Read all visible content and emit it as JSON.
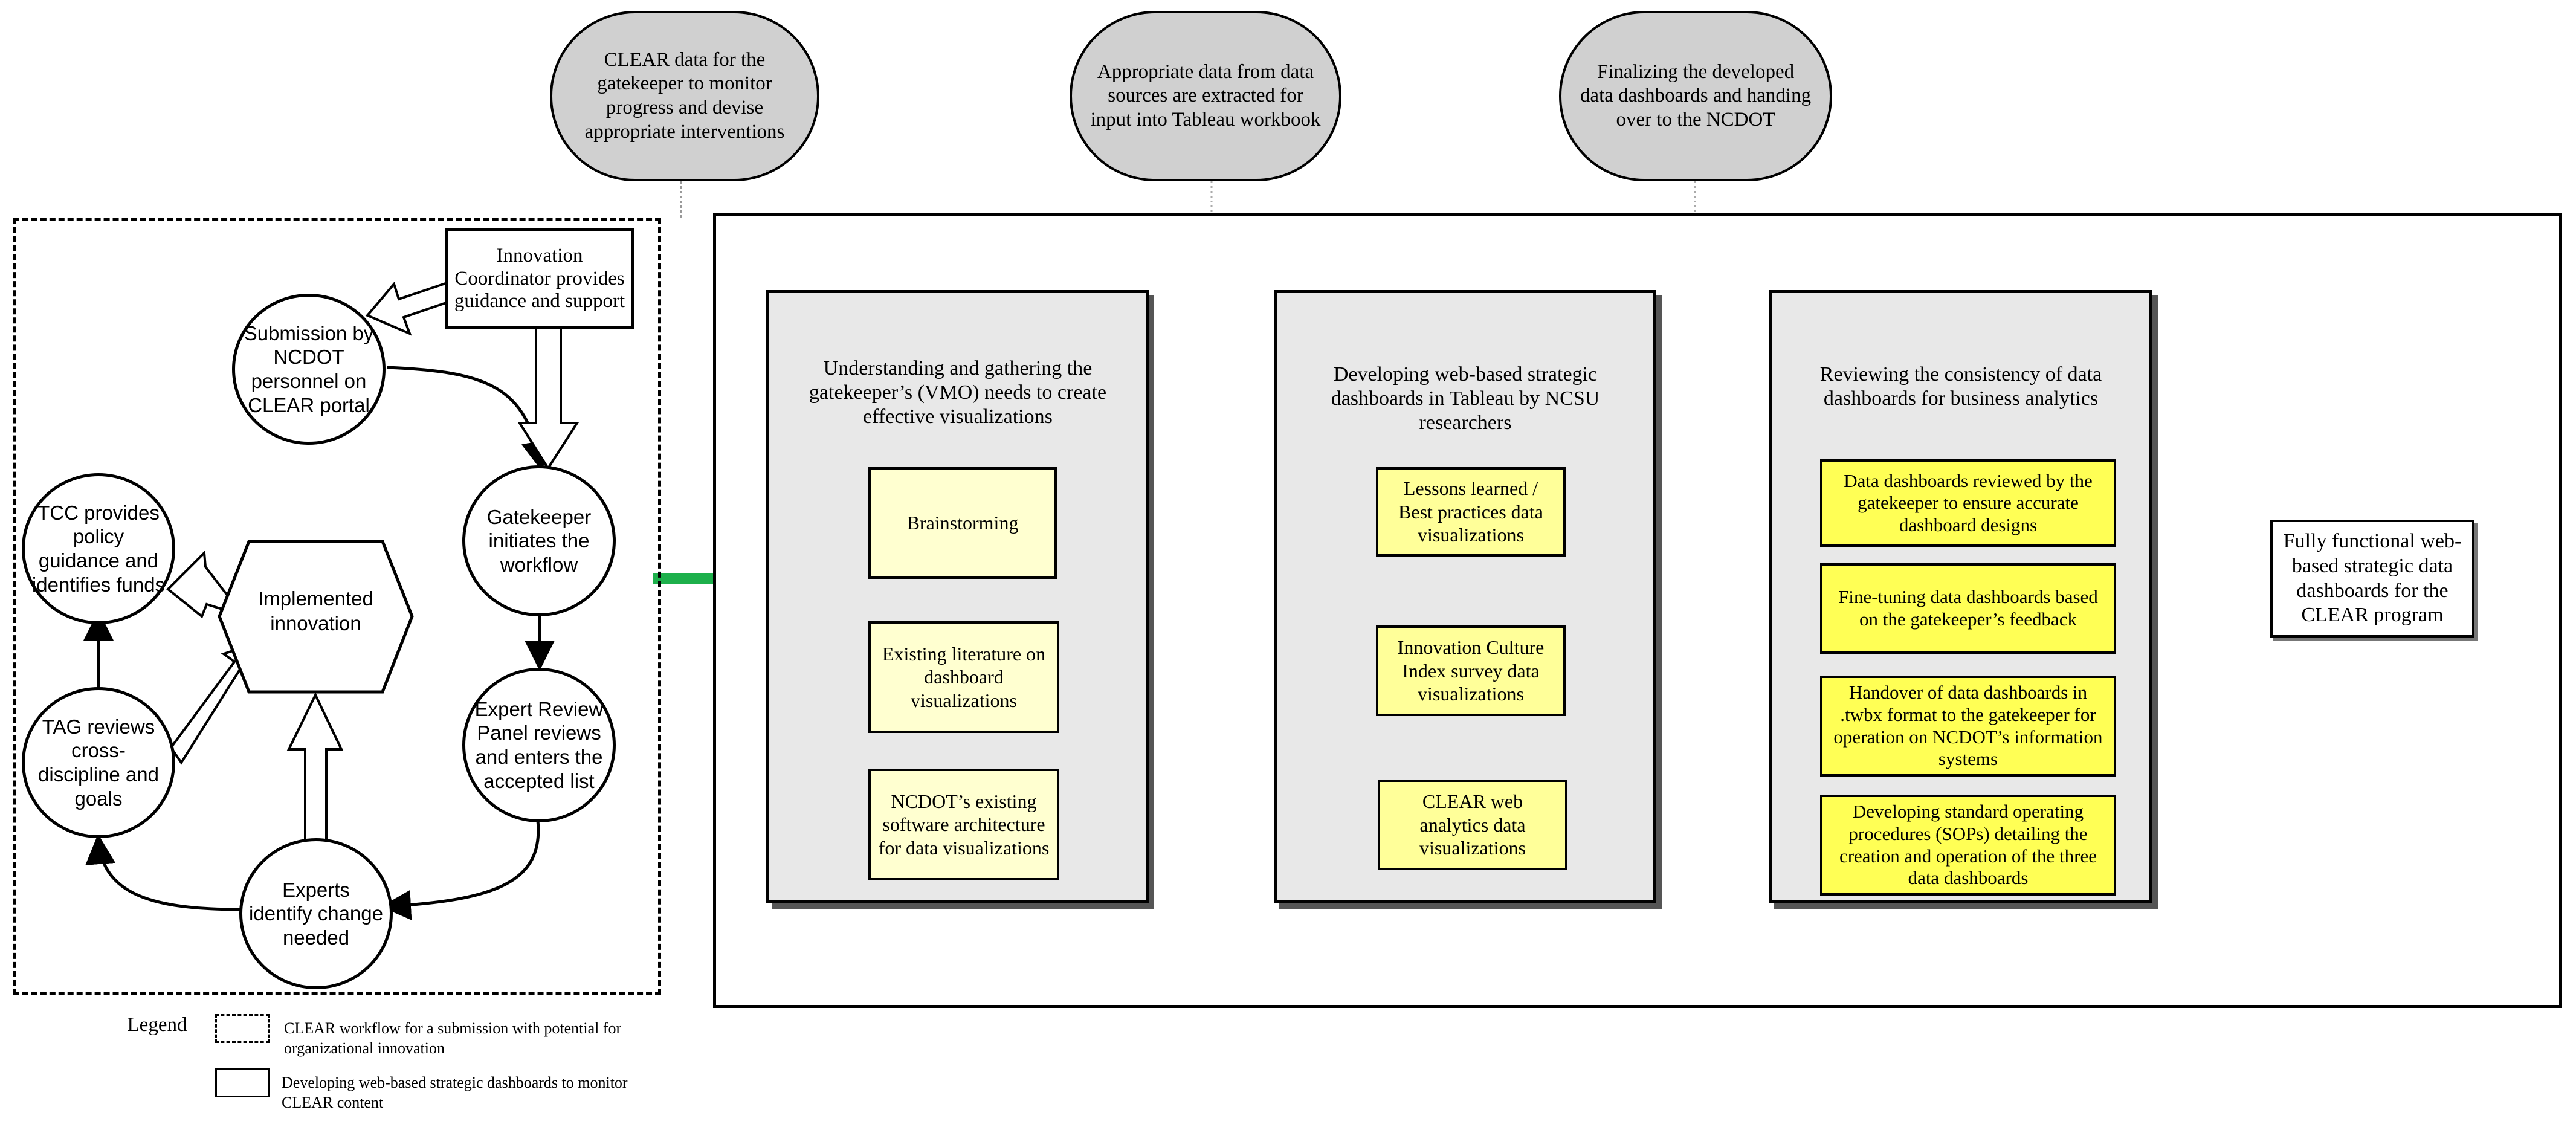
{
  "callouts": {
    "c1": "CLEAR data for the gatekeeper to monitor progress and devise appropriate interventions",
    "c2": "Appropriate data from data sources are extracted for input into Tableau workbook",
    "c3": "Finalizing the developed data dashboards and handing over to the NCDOT"
  },
  "workflow": {
    "coordinator": "Innovation Coordinator provides guidance and support",
    "submission": "Submission by NCDOT personnel on CLEAR portal",
    "gatekeeper": "Gatekeeper initiates the workflow",
    "expert_review": "Expert Review Panel reviews and enters the accepted list",
    "experts_identify": "Experts identify change needed",
    "tag": "TAG reviews cross-discipline and goals",
    "tcc": "TCC provides policy guidance and identifies funds",
    "implemented": "Implemented innovation"
  },
  "stages": [
    {
      "title": "Understanding and gathering the gatekeeper’s (VMO) needs to create effective visualizations",
      "items": [
        "Brainstorming",
        "Existing literature on dashboard visualizations",
        "NCDOT’s existing software architecture for data visualizations"
      ]
    },
    {
      "title": "Developing web-based strategic dashboards in Tableau by NCSU researchers",
      "items": [
        "Lessons learned / Best practices data visualizations",
        "Innovation Culture Index survey data visualizations",
        "CLEAR web analytics data visualizations"
      ]
    },
    {
      "title": "Reviewing the consistency of data dashboards for business analytics",
      "items": [
        "Data dashboards reviewed by the gatekeeper to ensure accurate dashboard designs",
        "Fine-tuning data dashboards based on the gatekeeper’s feedback",
        "Handover of data dashboards in .twbx format to the gatekeeper for operation on NCDOT’s information systems",
        "Developing standard operating procedures (SOPs) detailing the creation and operation of the three data dashboards"
      ]
    }
  ],
  "output": "Fully functional web-based strategic data dashboards for the CLEAR program",
  "legend": {
    "title": "Legend",
    "dashed_text": "CLEAR workflow for a submission with potential for organizational innovation",
    "solid_text": "Developing web-based strategic dashboards to monitor CLEAR content"
  },
  "colors": {
    "arrow_green": "#1db04b",
    "stage_fill": "#e8e8e8",
    "pale_yellow": "#ffffd0",
    "bright_yellow": "#ffff55",
    "callout_gray": "#d0d0d0"
  }
}
